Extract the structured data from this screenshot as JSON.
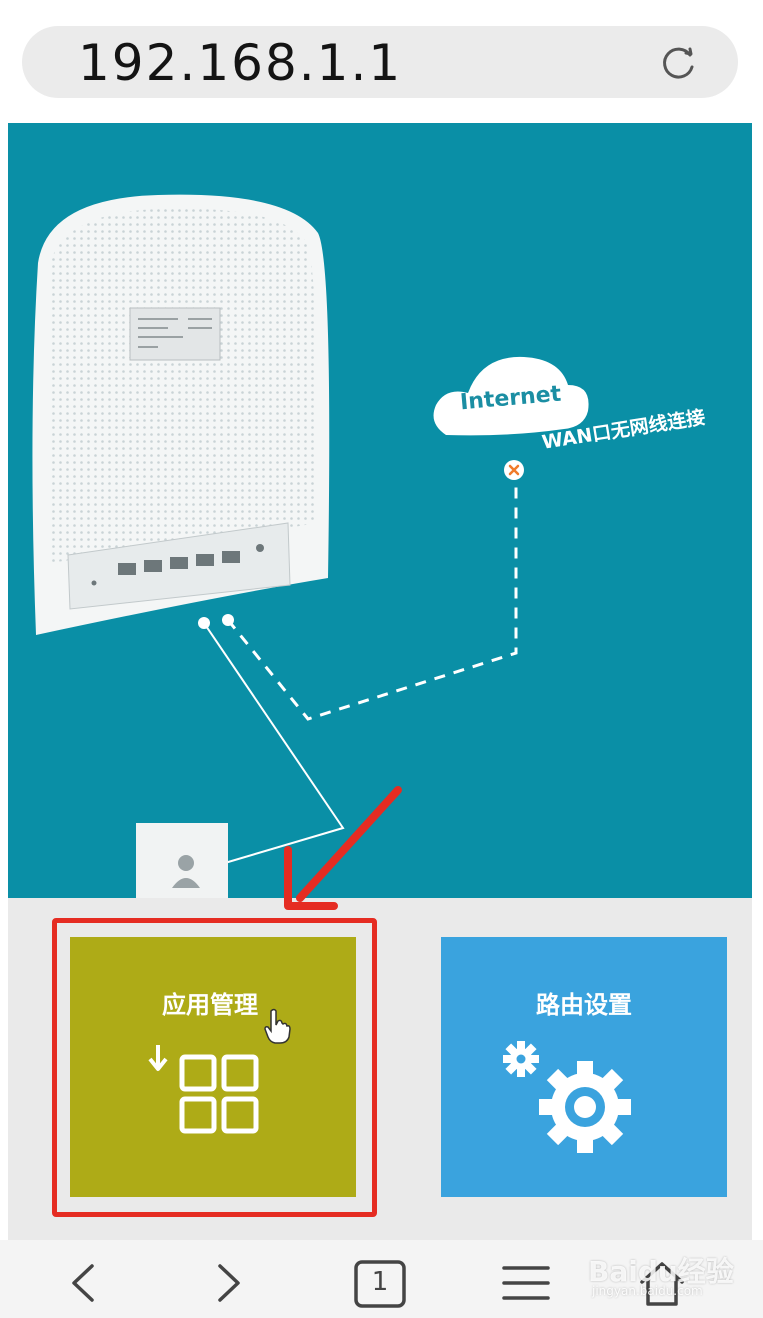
{
  "browser": {
    "url": "192.168.1.1",
    "tab_count": "1"
  },
  "hero": {
    "cloud_label": "Internet",
    "wan_status": "WAN口无网线连接"
  },
  "tiles": {
    "app_management": "应用管理",
    "router_settings": "路由设置"
  },
  "watermark": {
    "text": "Baidu经验",
    "sub": "jingyan.baidu.com"
  },
  "colors": {
    "hero_bg": "#0a8fa6",
    "app_tile": "#aeab17",
    "router_tile": "#3aa3de",
    "highlight": "#e52c22"
  }
}
